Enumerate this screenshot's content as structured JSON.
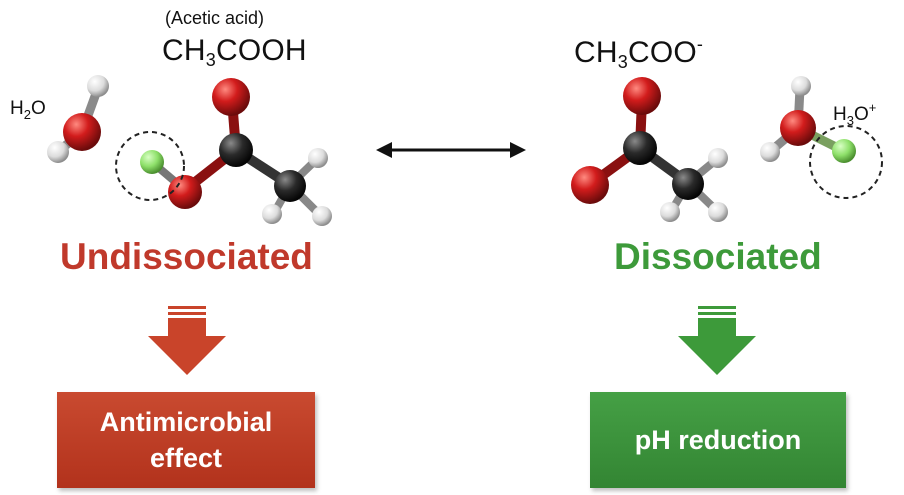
{
  "left": {
    "caption": "(Acetic acid)",
    "formula": {
      "a": "CH",
      "sub": "3",
      "b": "COOH"
    },
    "water": {
      "a": "H",
      "sub": "2",
      "b": "O"
    },
    "state": "Undissociated",
    "outcome_line1": "Antimicrobial",
    "outcome_line2": "effect"
  },
  "right": {
    "formula": {
      "a": "CH",
      "sub": "3",
      "b": "COO",
      "sup": "-"
    },
    "hydronium": {
      "a": "H",
      "sub": "3",
      "b": "O",
      "sup": "+"
    },
    "state": "Dissociated",
    "outcome": "pH reduction"
  },
  "colors": {
    "red_state": "#c0392b",
    "red_box": "#c23b25",
    "green_state": "#3d9a3a",
    "green_box": "#3b8f3b",
    "oxygen": "#d21c1c",
    "carbon": "#222222",
    "hydrogen": "#e6e6e6",
    "acidic_hydrogen": "#8ee06a"
  },
  "icons": {
    "equilibrium_arrow": "double-headed-arrow-icon",
    "down_arrow": "down-arrow-icon"
  }
}
